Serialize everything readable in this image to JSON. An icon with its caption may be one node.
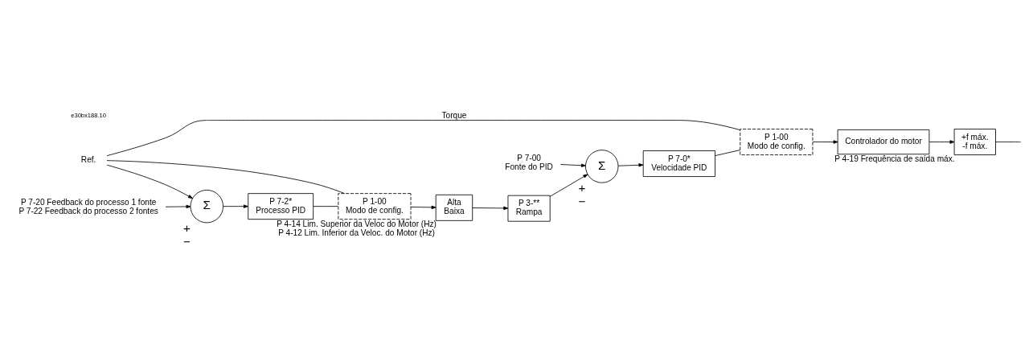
{
  "diagram": {
    "nodes": [
      {
        "text": [
          "Ref."
        ]
      },
      {
        "text": [
          "Σ"
        ],
        "beside": [
          "+",
          "−"
        ]
      },
      {
        "text": [
          "P 7-2*",
          "Processo PID"
        ]
      },
      {
        "text": [
          "P 1-00",
          "Modo de config."
        ]
      },
      {
        "text": [
          "Alta",
          "Baixa"
        ],
        "beside": [
          "P 4-14 Lim. Superior da Veloc do Motor (Hz)",
          "P 4-12 Lim. Inferior da Veloc. do Motor (Hz)"
        ]
      },
      {
        "text": [
          "P 3-**",
          "Rampa"
        ]
      },
      {
        "text": [
          "Σ"
        ],
        "beside": [
          "+",
          "−"
        ]
      },
      {
        "text": [
          "P 7-0*",
          "Velocidade PID"
        ]
      },
      {
        "text": [
          "P 1-00",
          "Modo de config."
        ]
      },
      {
        "text": [
          "Controlador do motor"
        ]
      },
      {
        "text": [
          "+f máx.",
          "-f máx."
        ],
        "beside": [
          "P 4-19 Frequência de saída máx."
        ]
      },
      {
        "text": [
          "P 7-20 Feedback do processo 1 fonte",
          "P 7-22 Feedback do processo 2 fontes"
        ]
      },
      {
        "text": [
          "P 7-00",
          "Fonte do PID"
        ]
      }
    ],
    "edges": [
      {
        "from": 0,
        "to": 1,
        "arrow": "to"
      },
      {
        "from": 0,
        "to": 3,
        "arrow": "none"
      },
      {
        "from": 0,
        "to": 8,
        "arrow": "none",
        "label": "Torque"
      },
      {
        "from": 1,
        "to": 2,
        "arrow": "to"
      },
      {
        "from": 2,
        "to": 3,
        "arrow": "none"
      },
      {
        "from": 3,
        "to": 4,
        "arrow": "to"
      },
      {
        "from": 4,
        "to": 5,
        "arrow": "to"
      },
      {
        "from": 5,
        "to": 6,
        "arrow": "to"
      },
      {
        "from": 6,
        "to": 7,
        "arrow": "to"
      },
      {
        "from": 7,
        "to": 8,
        "arrow": "none"
      },
      {
        "from": 8,
        "to": 9,
        "arrow": "to"
      },
      {
        "from": 9,
        "to": 10,
        "arrow": "to"
      },
      {
        "from": 10,
        "to": null,
        "arrow": "none"
      },
      {
        "from": 11,
        "to": 1,
        "arrow": "to"
      },
      {
        "from": 12,
        "to": 6,
        "arrow": "to"
      }
    ],
    "labels": [
      "e30bx188.10"
    ]
  }
}
